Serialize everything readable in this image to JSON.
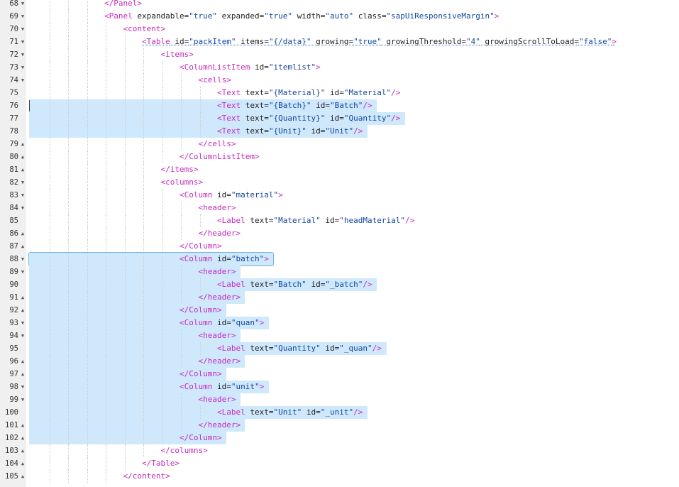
{
  "editor": {
    "lines": [
      {
        "n": "68",
        "fold": "down",
        "indent": 4,
        "tokens": [
          [
            "tag",
            "</Panel>"
          ]
        ]
      },
      {
        "n": "69",
        "fold": "down",
        "indent": 4,
        "tokens": [
          [
            "tag",
            "<Panel"
          ],
          [
            "attr",
            " expandable="
          ],
          [
            "str",
            "\"true\""
          ],
          [
            "attr",
            " expanded="
          ],
          [
            "str",
            "\"true\""
          ],
          [
            "attr",
            " width="
          ],
          [
            "str",
            "\"auto\""
          ],
          [
            "attr",
            " class="
          ],
          [
            "str",
            "\"sapUiResponsiveMargin\""
          ],
          [
            "tag",
            ">"
          ]
        ]
      },
      {
        "n": "70",
        "fold": "down",
        "indent": 5,
        "tokens": [
          [
            "tag",
            "<content>"
          ]
        ]
      },
      {
        "n": "71",
        "fold": "down",
        "indent": 6,
        "underline": true,
        "tokens": [
          [
            "tag",
            "<Table"
          ],
          [
            "attr",
            " id="
          ],
          [
            "str",
            "\"packItem\""
          ],
          [
            "attr",
            " items="
          ],
          [
            "str",
            "\"{/data}\""
          ],
          [
            "attr",
            " growing="
          ],
          [
            "str",
            "\"true\""
          ],
          [
            "attr",
            " growingThreshold="
          ],
          [
            "str",
            "\"4\""
          ],
          [
            "attr",
            " growingScrollToLoad="
          ],
          [
            "str",
            "\"false\""
          ],
          [
            "tag",
            ">"
          ]
        ]
      },
      {
        "n": "72",
        "fold": "down",
        "indent": 7,
        "tokens": [
          [
            "tag",
            "<items>"
          ]
        ]
      },
      {
        "n": "73",
        "fold": "down",
        "indent": 8,
        "tokens": [
          [
            "tag",
            "<ColumnListItem"
          ],
          [
            "attr",
            " id="
          ],
          [
            "str",
            "\"itemlist\""
          ],
          [
            "tag",
            ">"
          ]
        ]
      },
      {
        "n": "74",
        "fold": "down",
        "indent": 9,
        "tokens": [
          [
            "tag",
            "<cells>"
          ]
        ]
      },
      {
        "n": "75",
        "fold": "",
        "indent": 10,
        "tokens": [
          [
            "tag",
            "<Text"
          ],
          [
            "attr",
            " text="
          ],
          [
            "str",
            "\"{Material}\""
          ],
          [
            "attr",
            " id="
          ],
          [
            "str",
            "\"Material\""
          ],
          [
            "tag",
            "/>"
          ]
        ]
      },
      {
        "n": "76",
        "fold": "",
        "indent": 10,
        "hl": true,
        "cursor": true,
        "tokens": [
          [
            "tag",
            "<Text"
          ],
          [
            "attr",
            " text="
          ],
          [
            "str",
            "\"{Batch}\""
          ],
          [
            "attr",
            " id="
          ],
          [
            "str",
            "\"Batch\""
          ],
          [
            "tag",
            "/>"
          ]
        ]
      },
      {
        "n": "77",
        "fold": "",
        "indent": 10,
        "hl": true,
        "tokens": [
          [
            "tag",
            "<Text"
          ],
          [
            "attr",
            " text="
          ],
          [
            "str",
            "\"{Quantity}\""
          ],
          [
            "attr",
            " id="
          ],
          [
            "str",
            "\"Quantity\""
          ],
          [
            "tag",
            "/>"
          ]
        ]
      },
      {
        "n": "78",
        "fold": "",
        "indent": 10,
        "hl": true,
        "tokens": [
          [
            "tag",
            "<Text"
          ],
          [
            "attr",
            " text="
          ],
          [
            "str",
            "\"{Unit}\""
          ],
          [
            "attr",
            " id="
          ],
          [
            "str",
            "\"Unit\""
          ],
          [
            "tag",
            "/>"
          ]
        ]
      },
      {
        "n": "79",
        "fold": "up",
        "indent": 9,
        "tokens": [
          [
            "tag",
            "</cells>"
          ]
        ]
      },
      {
        "n": "80",
        "fold": "up",
        "indent": 8,
        "tokens": [
          [
            "tag",
            "</ColumnListItem>"
          ]
        ]
      },
      {
        "n": "81",
        "fold": "up",
        "indent": 7,
        "tokens": [
          [
            "tag",
            "</items>"
          ]
        ]
      },
      {
        "n": "82",
        "fold": "down",
        "indent": 7,
        "tokens": [
          [
            "tag",
            "<columns>"
          ]
        ]
      },
      {
        "n": "83",
        "fold": "down",
        "indent": 8,
        "tokens": [
          [
            "tag",
            "<Column"
          ],
          [
            "attr",
            " id="
          ],
          [
            "str",
            "\"material\""
          ],
          [
            "tag",
            ">"
          ]
        ]
      },
      {
        "n": "84",
        "fold": "down",
        "indent": 9,
        "tokens": [
          [
            "tag",
            "<header>"
          ]
        ]
      },
      {
        "n": "85",
        "fold": "",
        "indent": 10,
        "tokens": [
          [
            "tag",
            "<Label"
          ],
          [
            "attr",
            " text="
          ],
          [
            "str",
            "\"Material\""
          ],
          [
            "attr",
            " id="
          ],
          [
            "str",
            "\"headMaterial\""
          ],
          [
            "tag",
            "/>"
          ]
        ]
      },
      {
        "n": "86",
        "fold": "up",
        "indent": 9,
        "tokens": [
          [
            "tag",
            "</header>"
          ]
        ]
      },
      {
        "n": "87",
        "fold": "up",
        "indent": 8,
        "tokens": [
          [
            "tag",
            "</Column>"
          ]
        ]
      },
      {
        "n": "88",
        "fold": "down",
        "indent": 8,
        "hl": true,
        "box": true,
        "tokens": [
          [
            "tag",
            "<Column"
          ],
          [
            "attr",
            " id="
          ],
          [
            "str",
            "\"batch\""
          ],
          [
            "tag",
            ">"
          ]
        ]
      },
      {
        "n": "89",
        "fold": "down",
        "indent": 9,
        "hl": true,
        "tokens": [
          [
            "tag",
            "<header>"
          ]
        ]
      },
      {
        "n": "90",
        "fold": "",
        "indent": 10,
        "hl": true,
        "tokens": [
          [
            "tag",
            "<Label"
          ],
          [
            "attr",
            " text="
          ],
          [
            "str",
            "\"Batch\""
          ],
          [
            "attr",
            " id="
          ],
          [
            "str",
            "\"_batch\""
          ],
          [
            "tag",
            "/>"
          ]
        ]
      },
      {
        "n": "91",
        "fold": "up",
        "indent": 9,
        "hl": true,
        "tokens": [
          [
            "tag",
            "</header>"
          ]
        ]
      },
      {
        "n": "92",
        "fold": "up",
        "indent": 8,
        "hl": true,
        "tokens": [
          [
            "tag",
            "</Column>"
          ]
        ]
      },
      {
        "n": "93",
        "fold": "down",
        "indent": 8,
        "hl": true,
        "tokens": [
          [
            "tag",
            "<Column"
          ],
          [
            "attr",
            " id="
          ],
          [
            "str",
            "\"quan\""
          ],
          [
            "tag",
            ">"
          ]
        ]
      },
      {
        "n": "94",
        "fold": "down",
        "indent": 9,
        "hl": true,
        "tokens": [
          [
            "tag",
            "<header>"
          ]
        ]
      },
      {
        "n": "95",
        "fold": "",
        "indent": 10,
        "hl": true,
        "tokens": [
          [
            "tag",
            "<Label"
          ],
          [
            "attr",
            " text="
          ],
          [
            "str",
            "\"Quantity\""
          ],
          [
            "attr",
            " id="
          ],
          [
            "str",
            "\"_quan\""
          ],
          [
            "tag",
            "/>"
          ]
        ]
      },
      {
        "n": "96",
        "fold": "up",
        "indent": 9,
        "hl": true,
        "tokens": [
          [
            "tag",
            "</header>"
          ]
        ]
      },
      {
        "n": "97",
        "fold": "up",
        "indent": 8,
        "hl": true,
        "tokens": [
          [
            "tag",
            "</Column>"
          ]
        ]
      },
      {
        "n": "98",
        "fold": "down",
        "indent": 8,
        "hl": true,
        "tokens": [
          [
            "tag",
            "<Column"
          ],
          [
            "attr",
            " id="
          ],
          [
            "str",
            "\"unit\""
          ],
          [
            "tag",
            ">"
          ]
        ]
      },
      {
        "n": "99",
        "fold": "down",
        "indent": 9,
        "hl": true,
        "tokens": [
          [
            "tag",
            "<header>"
          ]
        ]
      },
      {
        "n": "100",
        "fold": "",
        "indent": 10,
        "hl": true,
        "tokens": [
          [
            "tag",
            "<Label"
          ],
          [
            "attr",
            " text="
          ],
          [
            "str",
            "\"Unit\""
          ],
          [
            "attr",
            " id="
          ],
          [
            "str",
            "\"_unit\""
          ],
          [
            "tag",
            "/>"
          ]
        ]
      },
      {
        "n": "101",
        "fold": "up",
        "indent": 9,
        "hl": true,
        "tokens": [
          [
            "tag",
            "</header>"
          ]
        ]
      },
      {
        "n": "102",
        "fold": "up",
        "indent": 8,
        "hl": true,
        "tokens": [
          [
            "tag",
            "</Column>"
          ]
        ]
      },
      {
        "n": "103",
        "fold": "up",
        "indent": 7,
        "tokens": [
          [
            "tag",
            "</columns>"
          ]
        ]
      },
      {
        "n": "104",
        "fold": "up",
        "indent": 6,
        "tokens": [
          [
            "tag",
            "</Table>"
          ]
        ]
      },
      {
        "n": "105",
        "fold": "up",
        "indent": 5,
        "tokens": [
          [
            "tag",
            "</content>"
          ]
        ]
      }
    ]
  }
}
